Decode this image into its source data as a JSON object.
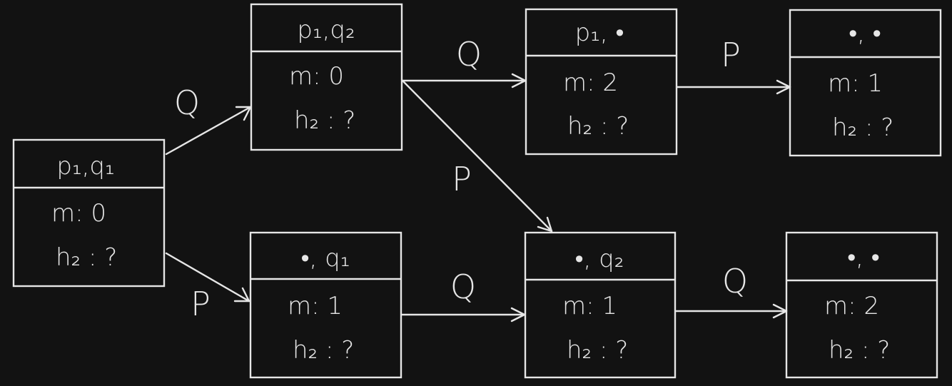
{
  "nodes": [
    {
      "id": "n1",
      "title": "p₁,q₁",
      "m": "m: 0",
      "h": "h₂ : ?"
    },
    {
      "id": "n2",
      "title": "p₁,q₂",
      "m": "m: 0",
      "h": "h₂ : ?"
    },
    {
      "id": "n3",
      "title": "p₁, •",
      "m": "m: 2",
      "h": "h₂ : ?"
    },
    {
      "id": "n4",
      "title": "•, •",
      "m": "m: 1",
      "h": "h₂ : ?"
    },
    {
      "id": "n5",
      "title": "•, q₁",
      "m": "m: 1",
      "h": "h₂ : ?"
    },
    {
      "id": "n6",
      "title": "•, q₂",
      "m": "m: 1",
      "h": "h₂ : ?"
    },
    {
      "id": "n7",
      "title": "•, •",
      "m": "m: 2",
      "h": "h₂ : ?"
    }
  ],
  "edges": [
    {
      "from": "n1",
      "to": "n2",
      "label": "Q"
    },
    {
      "from": "n1",
      "to": "n5",
      "label": "P"
    },
    {
      "from": "n2",
      "to": "n3",
      "label": "Q"
    },
    {
      "from": "n2",
      "to": "n6",
      "label": "P"
    },
    {
      "from": "n3",
      "to": "n4",
      "label": "P"
    },
    {
      "from": "n5",
      "to": "n6",
      "label": "Q"
    },
    {
      "from": "n6",
      "to": "n7",
      "label": "Q"
    }
  ],
  "colors": {
    "background": "#121212",
    "stroke": "#e6e6e6"
  }
}
